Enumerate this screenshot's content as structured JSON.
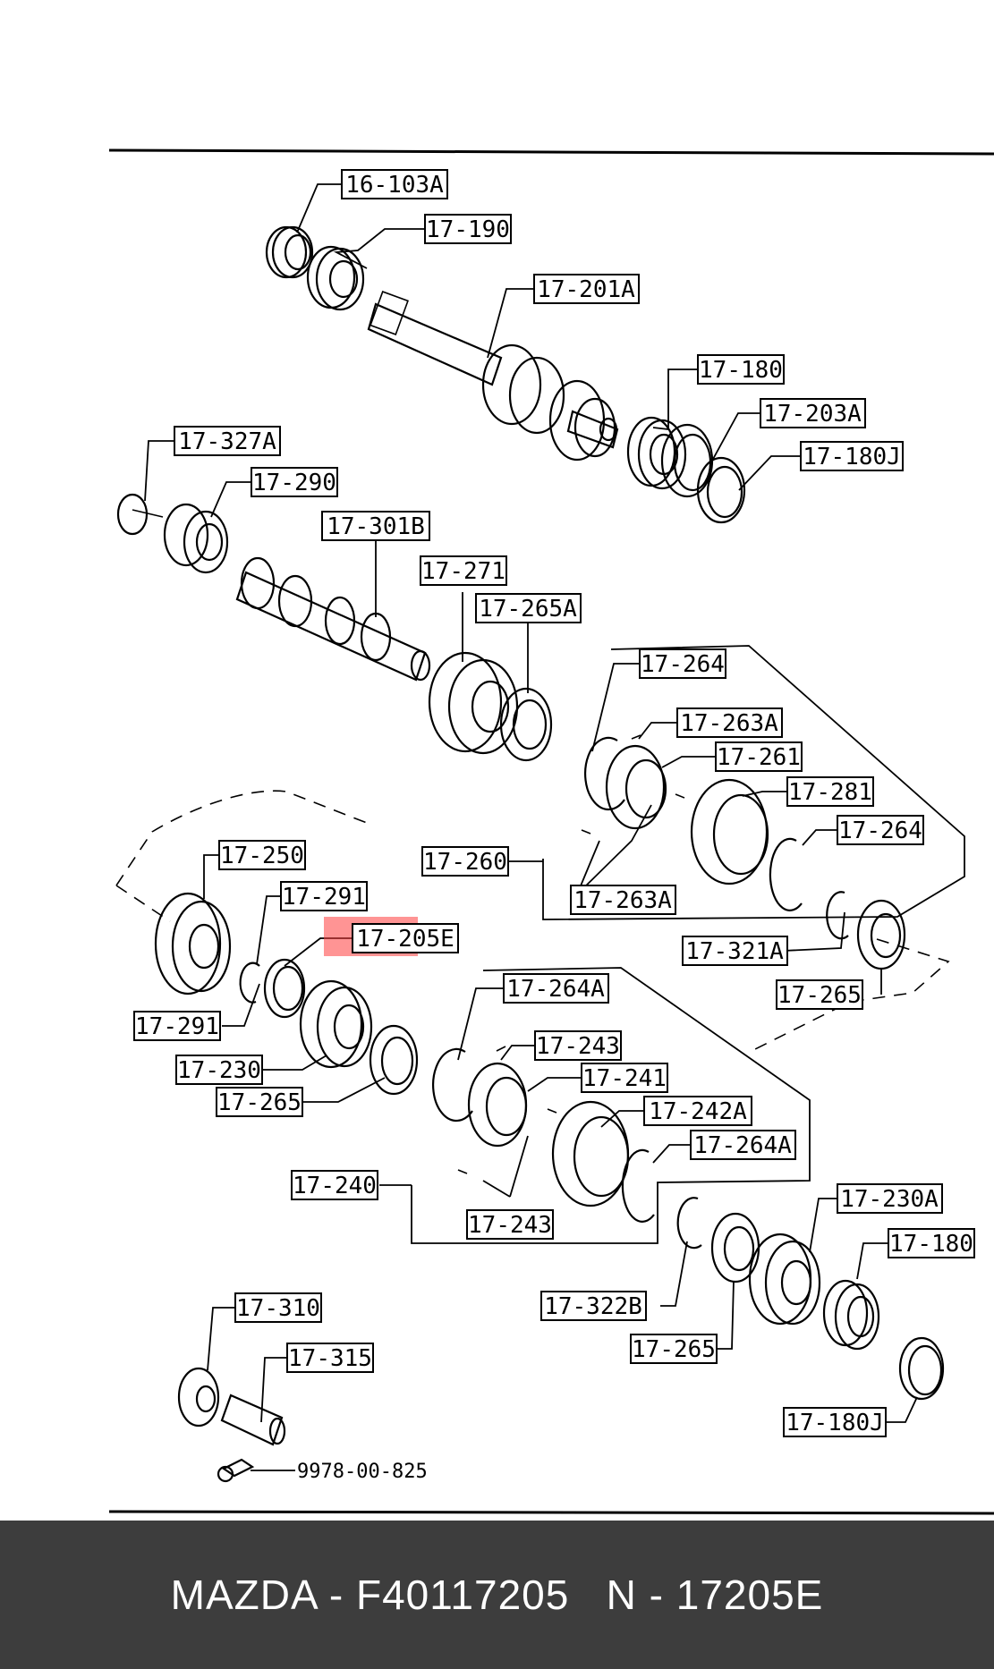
{
  "parts": [
    {
      "id": "lbl-16-103a",
      "text": "16-103A"
    },
    {
      "id": "lbl-17-190",
      "text": "17-190"
    },
    {
      "id": "lbl-17-201a",
      "text": "17-201A"
    },
    {
      "id": "lbl-17-180-top",
      "text": "17-180"
    },
    {
      "id": "lbl-17-203a",
      "text": "17-203A"
    },
    {
      "id": "lbl-17-180j-top",
      "text": "17-180J"
    },
    {
      "id": "lbl-17-327a",
      "text": "17-327A"
    },
    {
      "id": "lbl-17-290",
      "text": "17-290"
    },
    {
      "id": "lbl-17-301b",
      "text": "17-301B"
    },
    {
      "id": "lbl-17-271",
      "text": "17-271"
    },
    {
      "id": "lbl-17-265a",
      "text": "17-265A"
    },
    {
      "id": "lbl-17-264-top",
      "text": "17-264"
    },
    {
      "id": "lbl-17-263a-top",
      "text": "17-263A"
    },
    {
      "id": "lbl-17-261",
      "text": "17-261"
    },
    {
      "id": "lbl-17-281",
      "text": "17-281"
    },
    {
      "id": "lbl-17-264-right",
      "text": "17-264"
    },
    {
      "id": "lbl-17-260",
      "text": "17-260"
    },
    {
      "id": "lbl-17-263a-bottom",
      "text": "17-263A"
    },
    {
      "id": "lbl-17-250",
      "text": "17-250"
    },
    {
      "id": "lbl-17-291-top",
      "text": "17-291"
    },
    {
      "id": "lbl-17-205e",
      "text": "17-205E"
    },
    {
      "id": "lbl-17-321a",
      "text": "17-321A"
    },
    {
      "id": "lbl-17-265-right",
      "text": "17-265"
    },
    {
      "id": "lbl-17-291-bottom",
      "text": "17-291"
    },
    {
      "id": "lbl-17-230",
      "text": "17-230"
    },
    {
      "id": "lbl-17-265-left",
      "text": "17-265"
    },
    {
      "id": "lbl-17-264a-top",
      "text": "17-264A"
    },
    {
      "id": "lbl-17-243-top",
      "text": "17-243"
    },
    {
      "id": "lbl-17-241",
      "text": "17-241"
    },
    {
      "id": "lbl-17-242a",
      "text": "17-242A"
    },
    {
      "id": "lbl-17-264a-bottom",
      "text": "17-264A"
    },
    {
      "id": "lbl-17-240",
      "text": "17-240"
    },
    {
      "id": "lbl-17-243-bottom",
      "text": "17-243"
    },
    {
      "id": "lbl-17-230a",
      "text": "17-230A"
    },
    {
      "id": "lbl-17-180-bottom",
      "text": "17-180"
    },
    {
      "id": "lbl-17-322b",
      "text": "17-322B"
    },
    {
      "id": "lbl-17-265-bottom",
      "text": "17-265"
    },
    {
      "id": "lbl-17-180j-bottom",
      "text": "17-180J"
    },
    {
      "id": "lbl-17-310",
      "text": "17-310"
    },
    {
      "id": "lbl-17-315",
      "text": "17-315"
    },
    {
      "id": "lbl-9978",
      "text": "9978-00-825"
    }
  ],
  "highlight_color": "#ff3c3c",
  "caption": "MAZDA - F40117205   N - 17205E"
}
